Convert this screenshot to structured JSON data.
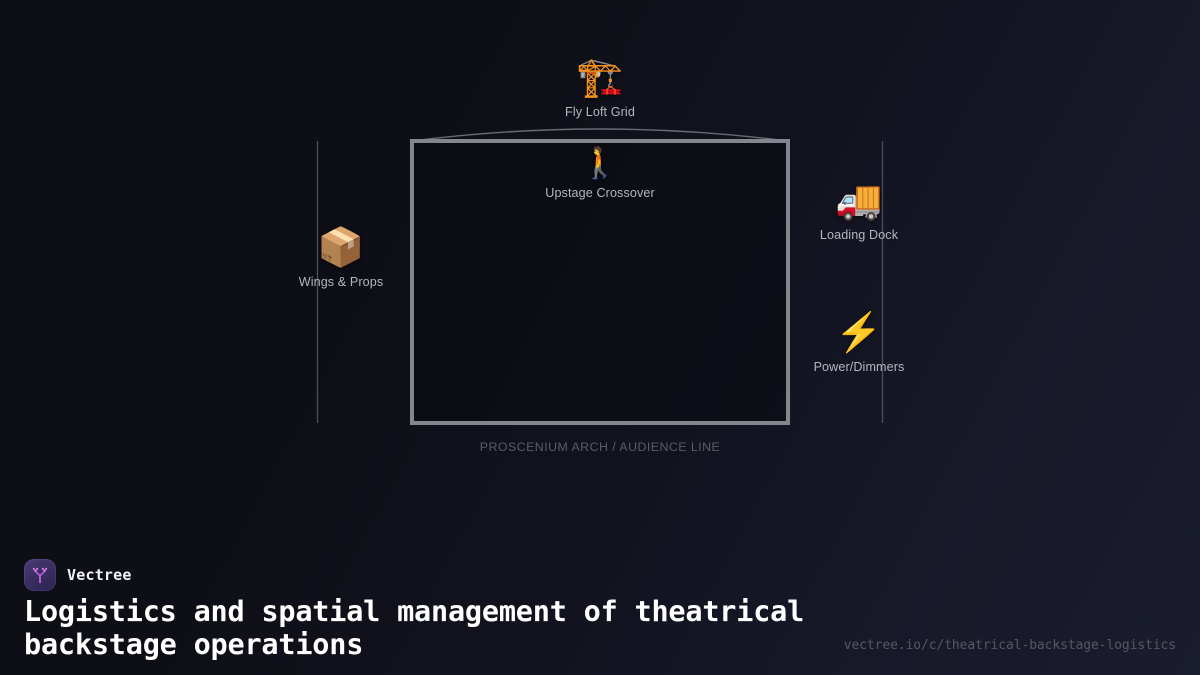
{
  "brand": {
    "name": "Vectree",
    "logo_icon": "vectree-tree-mark-icon",
    "logo_bg_color": "#3b2f62",
    "logo_mark_color": "#d06ae8"
  },
  "footer": {
    "headline": "Logistics and spatial management of theatrical backstage operations",
    "url": "vectree.io/c/theatrical-backstage-logistics"
  },
  "diagram": {
    "stage": {
      "caption": "PROSCENIUM ARCH / AUDIENCE LINE",
      "border_color": "#83868d"
    },
    "arc": {
      "name": "fly-loft-arc",
      "color": "#6e7178"
    },
    "guides": [
      {
        "name": "stage-left-wing-guide",
        "color": "#4c4f57"
      },
      {
        "name": "stage-right-wing-guide",
        "color": "#4c4f57"
      }
    ],
    "nodes": [
      {
        "id": "fly-loft-grid",
        "label": "Fly Loft Grid",
        "icon": "🏗️",
        "icon_name": "crane-icon"
      },
      {
        "id": "upstage-crossover",
        "label": "Upstage Crossover",
        "icon": "🚶",
        "icon_name": "walking-person-icon"
      },
      {
        "id": "wings-props",
        "label": "Wings & Props",
        "icon": "📦",
        "icon_name": "package-icon"
      },
      {
        "id": "loading-dock",
        "label": "Loading Dock",
        "icon": "🚚",
        "icon_name": "delivery-truck-icon"
      },
      {
        "id": "power-dimmers",
        "label": "Power/Dimmers",
        "icon": "⚡",
        "icon_name": "high-voltage-icon"
      }
    ]
  },
  "theme": {
    "bg_dark": "#0d0e14",
    "bg_navy": "#1a1c2f",
    "label_color": "#b4b7bd",
    "muted_color": "#5a5d68"
  }
}
